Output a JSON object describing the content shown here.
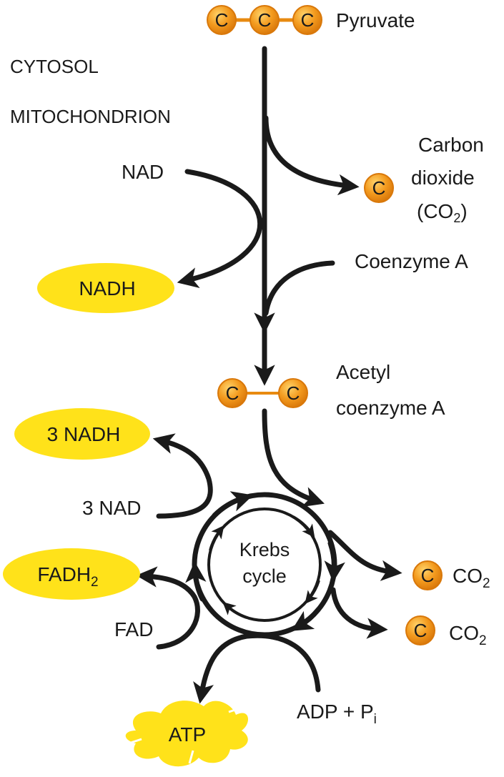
{
  "regions": {
    "cytosol": "CYTOSOL",
    "mitochondrion": "MITOCHONDRION"
  },
  "molecules": {
    "pyruvate": "Pyruvate",
    "carbon_dioxide_line1": "Carbon",
    "carbon_dioxide_line2": "dioxide",
    "carbon_dioxide_line3_prefix": "(CO",
    "carbon_dioxide_line3_sub": "2",
    "carbon_dioxide_line3_suffix": ")",
    "coenzyme_a": "Coenzyme A",
    "acetyl_line1": "Acetyl",
    "acetyl_line2": "coenzyme A",
    "nad": "NAD",
    "nadh": "NADH",
    "three_nad": "3 NAD",
    "three_nadh": "3 NADH",
    "fad": "FAD",
    "fadh2_main": "FADH",
    "fadh2_sub": "2",
    "co2_a_main": "CO",
    "co2_a_sub": "2",
    "co2_b_main": "CO",
    "co2_b_sub": "2",
    "adp_main": "ADP + P",
    "adp_sub": "i",
    "atp": "ATP"
  },
  "cycle": {
    "line1": "Krebs",
    "line2": "cycle"
  },
  "carbon_atom": "C",
  "colors": {
    "carbon_fill": "#f39a1e",
    "carbon_edge": "#d9780a",
    "product_fill": "#ffe21a",
    "arrow": "#1a1a1a"
  }
}
